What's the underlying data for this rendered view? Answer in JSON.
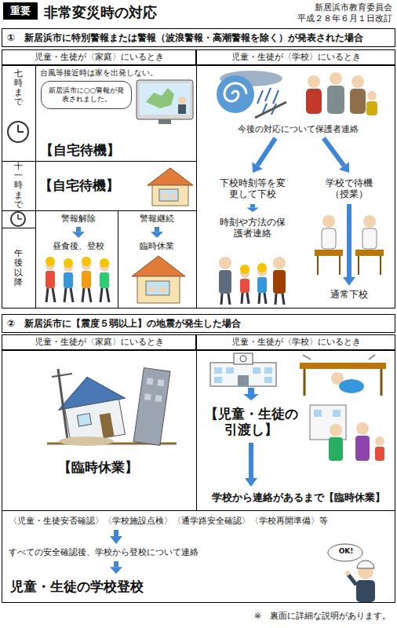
{
  "diagram": {
    "title": "非常変災時の対応",
    "nodes": [
      {
        "text": [
          "重要"
        ]
      },
      {
        "text": [
          "①　新居浜市に特別警報または警報（波浪警報・高潮警報を除く）が発表された場合"
        ]
      },
      {
        "text": [
          "児童・生徒が〈家庭〉にいるとき"
        ]
      },
      {
        "text": [
          "児童・生徒が〈学校〉にいるとき"
        ]
      },
      {
        "text": [
          "七時まで"
        ]
      },
      {
        "text": [
          "台風等接近時は家を出発しない。",
          "【自宅待機】"
        ]
      },
      {
        "text": [
          "新居浜市に○○警報が発表されました。"
        ],
        "in": 5
      },
      {
        "text": [
          "十一時まで"
        ]
      },
      {
        "text": [
          "【自宅待機】"
        ]
      },
      {
        "text": [
          "警報解除"
        ]
      },
      {
        "text": [
          "警報継続"
        ]
      },
      {
        "text": [
          "午後以降"
        ]
      },
      {
        "text": [
          "昼食後、登校"
        ]
      },
      {
        "text": [
          "臨時休業"
        ]
      },
      {
        "text": [
          "今後の対応について保護者連絡"
        ]
      },
      {
        "text": [
          "下校時刻等を変更して下校"
        ]
      },
      {
        "text": [
          "学校で待機（授業）"
        ]
      },
      {
        "text": [
          "時刻や方法の保護者連絡"
        ]
      },
      {
        "text": [
          "通常下校"
        ]
      },
      {
        "text": [
          "②　新居浜市に【震度５弱以上】の地震が発生した場合"
        ]
      },
      {
        "text": [
          "児童・生徒が〈家庭〉にいるとき"
        ]
      },
      {
        "text": [
          "児童・生徒が〈学校〉にいるとき"
        ]
      },
      {
        "text": [
          "【臨時休業】"
        ]
      },
      {
        "text": [
          "【児童・生徒の引渡し】"
        ]
      },
      {
        "text": [
          "学校から連絡があるまで【臨時休業】"
        ]
      },
      {
        "text": [
          "〈児童・生徒安否確認〉〈学校施設点検〉〈通学路安全確認〉〈学校再開準備〉等"
        ]
      },
      {
        "text": [
          "すべての安全確認後、学校から登校について連絡"
        ]
      },
      {
        "text": [
          "児童・生徒の学校登校"
        ]
      }
    ],
    "edges": [
      {
        "from": 9,
        "to": 12,
        "arrow": "to"
      },
      {
        "from": 10,
        "to": 13,
        "arrow": "to"
      },
      {
        "from": 14,
        "to": 15,
        "arrow": "to"
      },
      {
        "from": 14,
        "to": 16,
        "arrow": "to"
      },
      {
        "from": 15,
        "to": 17,
        "arrow": "to"
      },
      {
        "from": 16,
        "to": 18,
        "arrow": "to"
      },
      {
        "from": 23,
        "to": 24,
        "arrow": "to"
      },
      {
        "from": 25,
        "to": 26,
        "arrow": "to"
      },
      {
        "from": 26,
        "to": 27,
        "arrow": "to"
      }
    ],
    "labels": [
      "新居浜市教育委員会",
      "平成２８年６月１日改訂",
      "OK!",
      "※　裏面に詳細な説明があります。"
    ]
  }
}
